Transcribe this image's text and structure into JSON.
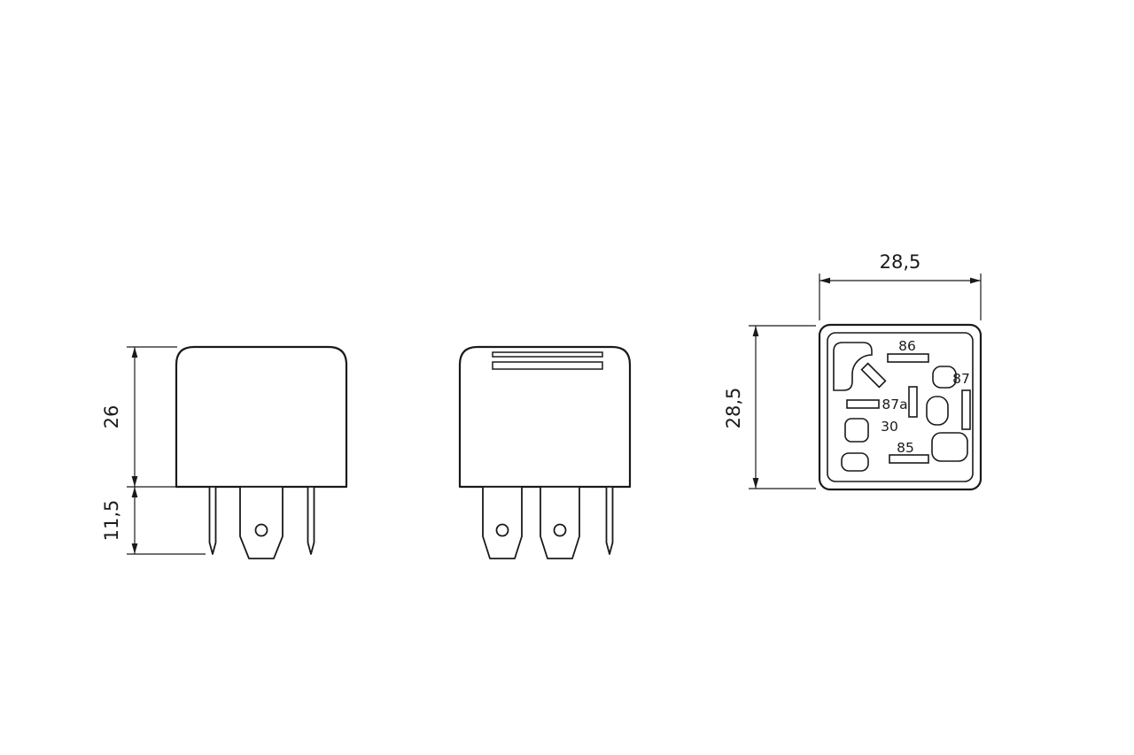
{
  "drawing": {
    "dimensions": {
      "body_height_mm": "26",
      "pin_length_mm": "11,5",
      "base_width_mm": "28,5",
      "base_depth_mm": "28,5"
    },
    "terminals": {
      "t86": "86",
      "t87": "87",
      "t87a": "87a",
      "t30": "30",
      "t85": "85"
    }
  }
}
